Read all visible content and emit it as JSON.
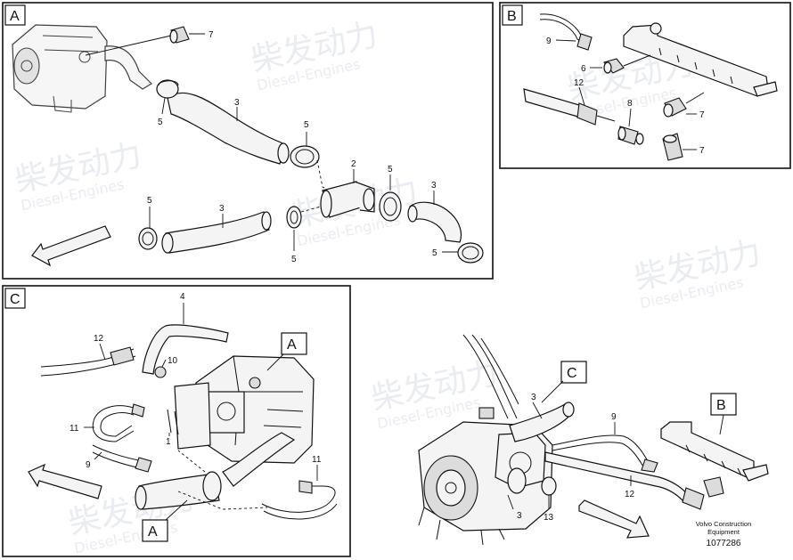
{
  "panels": {
    "A": {
      "tag": "A",
      "labels": {
        "p7": "7",
        "p5a": "5",
        "p3a": "3",
        "p5b": "5",
        "p2": "2",
        "p5c": "5",
        "p3b": "3",
        "p5d": "5",
        "p3c": "3",
        "p5e": "5",
        "p5f": "5"
      }
    },
    "B": {
      "tag": "B",
      "labels": {
        "p9": "9",
        "p6": "6",
        "p12": "12",
        "p8": "8",
        "p7a": "7",
        "p7b": "7"
      }
    },
    "C": {
      "tag": "C",
      "labels": {
        "p4": "4",
        "p12": "12",
        "p10": "10",
        "p11a": "11",
        "p1": "1",
        "p9": "9",
        "p11b": "11"
      },
      "refs": {
        "a_top": "A",
        "a_bottom": "A"
      }
    },
    "main": {
      "labels": {
        "p3a": "3",
        "p9": "9",
        "p12": "12",
        "p3b": "3",
        "p13": "13"
      },
      "refs": {
        "c": "C",
        "b": "B"
      }
    }
  },
  "caption": {
    "line1": "Volvo Construction",
    "line2": "Equipment",
    "number": "1077286"
  },
  "watermark": {
    "brand": "柴发动力",
    "sub": "Diesel-Engines"
  }
}
